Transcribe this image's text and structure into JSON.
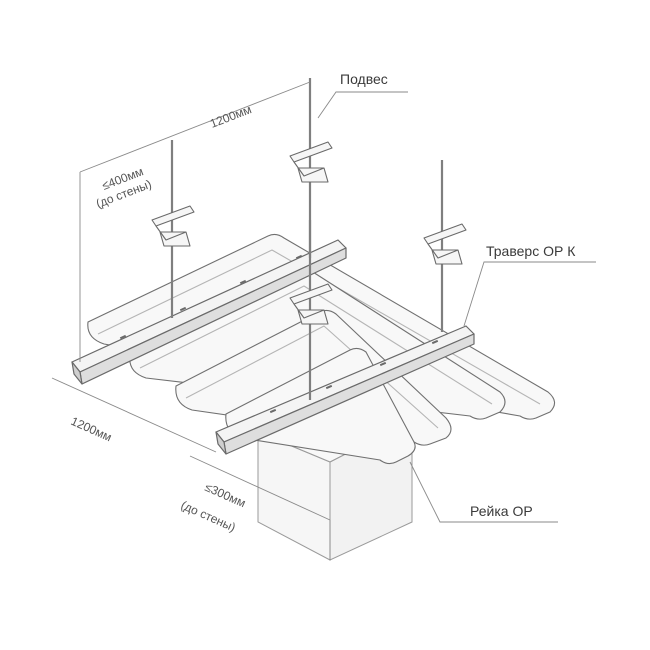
{
  "labels": {
    "hanger": "Подвес",
    "traverse": "Траверс ОР К",
    "rail": "Рейка ОР"
  },
  "dimensions": {
    "top_length": "1200мм",
    "left_max": "≤400мм",
    "left_note": "(до стены)",
    "bottom_length": "1200мм",
    "bottom_max": "≤300мм",
    "bottom_note": "(до стены)"
  },
  "colors": {
    "line": "#707070",
    "fill": "#f7f7f7",
    "rod": "#8a8a8a"
  }
}
